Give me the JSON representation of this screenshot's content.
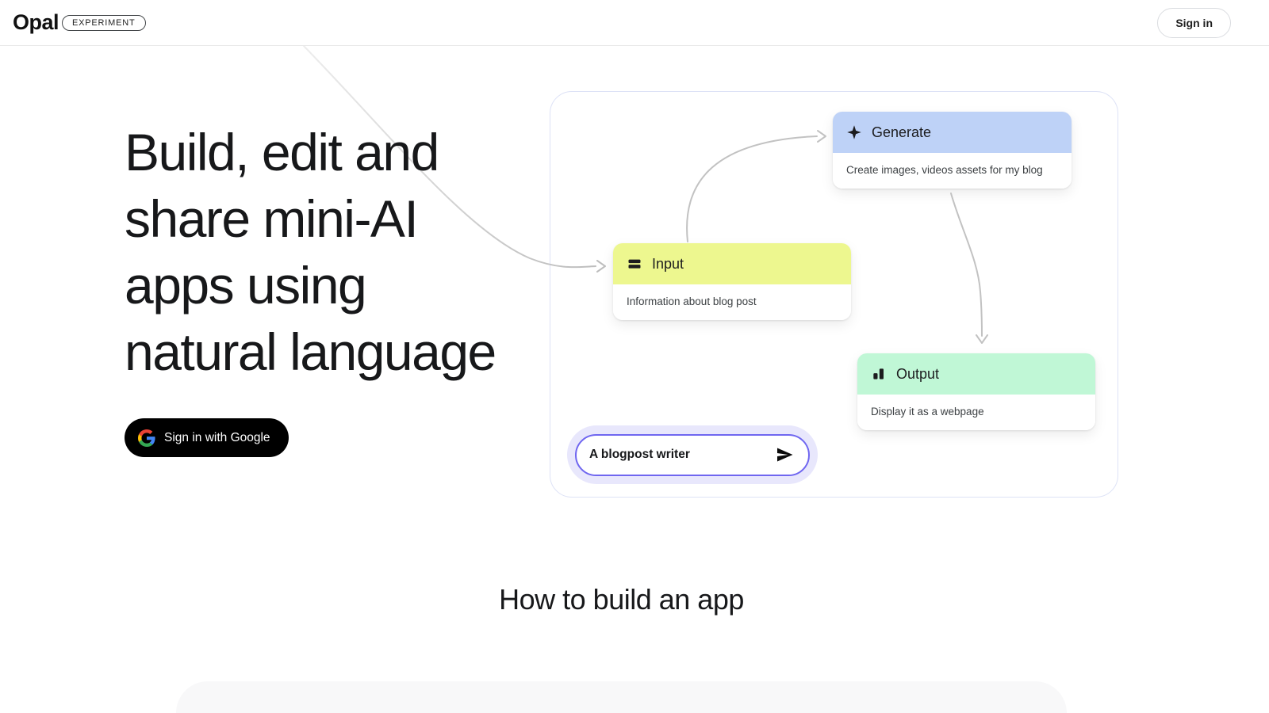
{
  "header": {
    "logo": "Opal",
    "badge": "EXPERIMENT",
    "sign_in_label": "Sign in"
  },
  "hero": {
    "title_line_1": "Build, edit and",
    "title_line_2": "share mini-AI",
    "title_line_3": "apps using",
    "title_line_4": "natural language",
    "google_button_label": "Sign in with Google",
    "google_button_icon": "google-g-icon"
  },
  "diagram": {
    "nodes": [
      {
        "id": "generate",
        "icon": "sparkle-icon",
        "title": "Generate",
        "description": "Create images, videos assets for my blog",
        "header_color": "#bed2f7"
      },
      {
        "id": "input",
        "icon": "input-bars-icon",
        "title": "Input",
        "description": "Information about blog post",
        "header_color": "#edf78f"
      },
      {
        "id": "output",
        "icon": "bar-chart-icon",
        "title": "Output",
        "description": "Display it as a webpage",
        "header_color": "#c0f7d6"
      }
    ],
    "prompt": {
      "value": "A blogpost writer",
      "send_icon": "send-icon",
      "border_color": "#6f66f0",
      "halo_color": "#e8e7fc"
    },
    "connector_color": "#c2c2c2",
    "card_border_color": "#dde2f6"
  },
  "section": {
    "heading": "How to build an app",
    "panel_color": "#f8f8f9"
  },
  "colors": {
    "google_button_bg": "#000000",
    "text_primary": "#17181a",
    "text_secondary": "#3c4043"
  }
}
